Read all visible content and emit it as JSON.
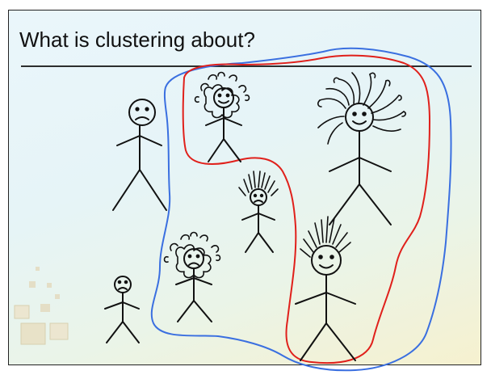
{
  "slide": {
    "title": "What is clustering about?"
  },
  "colors": {
    "title_rule": "#111111",
    "inner_cluster_outline": "#e0201b",
    "outer_cluster_outline": "#3a6fe0",
    "stick_figure": "#111111"
  },
  "figures": [
    {
      "name": "figure-sad-large",
      "mood": "sad",
      "hair": "none"
    },
    {
      "name": "figure-curly-top",
      "mood": "happy",
      "hair": "curly"
    },
    {
      "name": "figure-wild-hair-large",
      "mood": "happy",
      "hair": "wild"
    },
    {
      "name": "figure-spiky-small",
      "mood": "sad",
      "hair": "spiky"
    },
    {
      "name": "figure-curly-bottom",
      "mood": "sad",
      "hair": "curly"
    },
    {
      "name": "figure-spiky-large",
      "mood": "happy",
      "hair": "spiky"
    },
    {
      "name": "figure-sad-small",
      "mood": "sad",
      "hair": "none"
    }
  ]
}
